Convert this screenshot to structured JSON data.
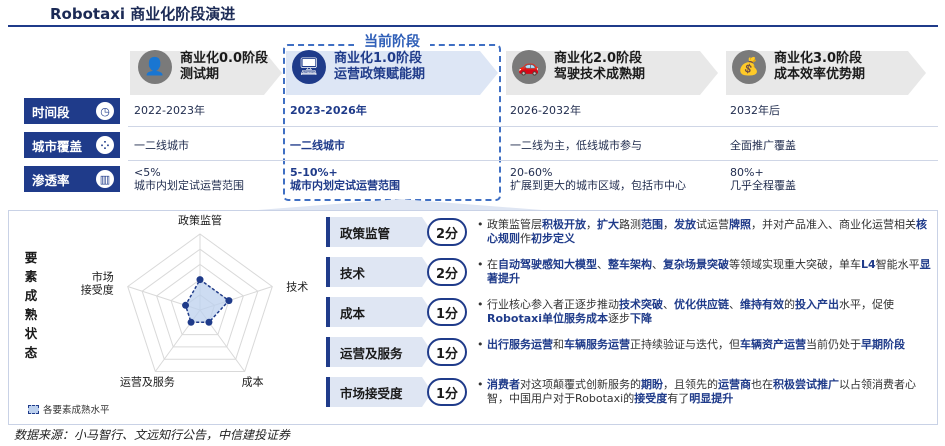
{
  "title": "Robotaxi 商业化阶段演进",
  "current_label": "当前阶段",
  "stages": [
    {
      "line1": "商业化0.0阶段",
      "line2": "测试期",
      "icon": "presenter-icon",
      "glyph": "👤"
    },
    {
      "line1": "商业化1.0阶段",
      "line2": "运营政策赋能期",
      "icon": "monitor-icon",
      "glyph": "🖥"
    },
    {
      "line1": "商业化2.0阶段",
      "line2": "驾驶技术成熟期",
      "icon": "car-icon",
      "glyph": "🚗"
    },
    {
      "line1": "商业化3.0阶段",
      "line2": "成本效率优势期",
      "icon": "money-icon",
      "glyph": "💰"
    }
  ],
  "rows": [
    {
      "label": "时间段",
      "icon": "clock-icon",
      "glyph": "◷",
      "cells": [
        "2022-2023年",
        "2023-2026年",
        "2026-2032年",
        "2032年后"
      ]
    },
    {
      "label": "城市覆盖",
      "icon": "network-icon",
      "glyph": "⁘",
      "cells": [
        "一二线城市",
        "一二线城市",
        "一二线为主，低线城市参与",
        "全面推广覆盖"
      ]
    },
    {
      "label": "渗透率",
      "icon": "bar-chart-icon",
      "glyph": "▥",
      "cells": [
        {
          "a": "<5%",
          "b": "城市内划定试运营范围"
        },
        {
          "a": "5-10%+",
          "b": "城市内划定试运营范围"
        },
        {
          "a": "20-60%",
          "b": "扩展到更大的城市区域，包括市中心"
        },
        {
          "a": "80%+",
          "b": "几乎全程覆盖"
        }
      ]
    }
  ],
  "vertical_label": "要素成熟状态",
  "legend": "各要素成熟水平",
  "factors": [
    {
      "name": "政策监管",
      "score": "2分",
      "desc_html": "政策监管层<b>积极开放</b>，<b>扩大</b>路测<b>范围</b>，<b>发放</b>试运营<b>牌照</b>，并对产品准入、商业化运营相关<b>核心规则</b>作<b>初步定义</b>"
    },
    {
      "name": "技术",
      "score": "2分",
      "desc_html": "在<b>自动驾驶感知大模型</b>、<b>整车架构</b>、<b>复杂场景突破</b>等领域实现重大突破，单车<b>L4</b>智能水平<b>显著提升</b>"
    },
    {
      "name": "成本",
      "score": "1分",
      "desc_html": "行业核心参入者正逐步推动<b>技术突破</b>、<b>优化供应链</b>、<b>维持有效</b>的<b>投入产出</b>水平，促使<b>Robotaxi单位服务成本</b>逐步<b>下降</b>"
    },
    {
      "name": "运营及服务",
      "score": "1分",
      "desc_html": "<b>出行服务运营</b>和<b>车辆服务运营</b>正持续验证与迭代，但<b>车辆资产运营</b>当前仍处于<b>早期阶段</b>"
    },
    {
      "name": "市场接受度",
      "score": "1分",
      "desc_html": "<b>消费者</b>对这项颠覆式创新服务的<b>期盼</b>，且领先的<b>运营商</b>也在<b>积极尝试推广</b>以占领消费者心智，中国用户对于Robotaxi的<b>接受度</b>有了<b>明显提升</b>"
    }
  ],
  "chart_data": {
    "type": "radar",
    "axes": [
      "政策监管",
      "技术",
      "成本",
      "运营及服务",
      "市场接受度"
    ],
    "max": 5,
    "series": [
      {
        "values": [
          2,
          2,
          1,
          1,
          1
        ]
      }
    ],
    "legend": "各要素成熟水平"
  },
  "source": "数据来源：小马智行、文远知行公告，中信建投证券",
  "colors": {
    "primary": "#1f3b8a",
    "accent": "#3f6fc3",
    "radar_fill": "#bcd0ee"
  }
}
